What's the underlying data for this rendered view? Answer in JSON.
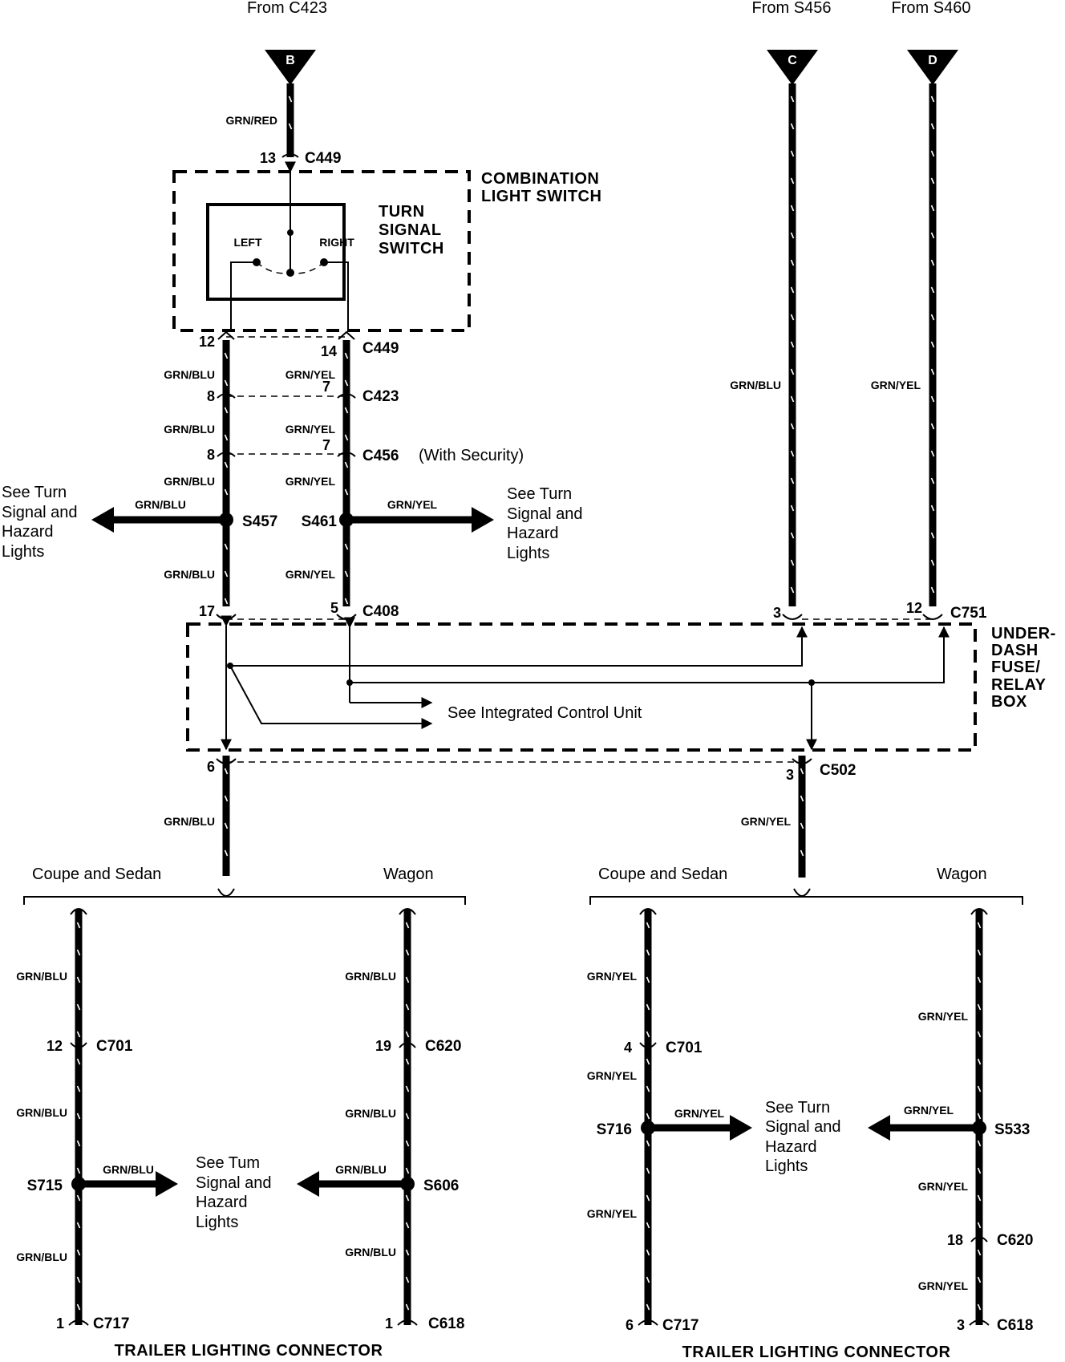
{
  "sources": {
    "b_from": "From C423",
    "b_letter": "B",
    "c_from": "From S456",
    "c_letter": "C",
    "d_from": "From S460",
    "d_letter": "D"
  },
  "wires": {
    "grn_red": "GRN/RED",
    "grn_blu": "GRN/BLU",
    "grn_yel": "GRN/YEL"
  },
  "combination_switch": {
    "title_line1": "COMBINATION",
    "title_line2": "LIGHT SWITCH",
    "turn_line1": "TURN",
    "turn_line2": "SIGNAL",
    "turn_line3": "SWITCH",
    "left": "LEFT",
    "right": "RIGHT"
  },
  "connectors": {
    "c449": "C449",
    "c423": "C423",
    "c456": "C456",
    "c456_note": "(With Security)",
    "c408": "C408",
    "c751": "C751",
    "c502": "C502",
    "c701": "C701",
    "c620": "C620",
    "c717": "C717",
    "c618": "C618"
  },
  "pins": {
    "p13": "13",
    "p12": "12",
    "p14": "14",
    "p8": "8",
    "p7": "7",
    "p17": "17",
    "p5": "5",
    "p3": "3",
    "p6": "6",
    "p19": "19",
    "p4": "4",
    "p18": "18",
    "p1": "1"
  },
  "splices": {
    "s457": "S457",
    "s461": "S461",
    "s715": "S715",
    "s606": "S606",
    "s716": "S716",
    "s533": "S533"
  },
  "refs": {
    "line1": "See Turn",
    "line1_alt": "See Tum",
    "line2": "Signal and",
    "line3": "Hazard",
    "line4": "Lights"
  },
  "fuse_box": {
    "line1": "UNDER-",
    "line2": "DASH",
    "line3": "FUSE/",
    "line4": "RELAY",
    "line5": "BOX",
    "icu_ref": "See Integrated Control Unit"
  },
  "variants": {
    "coupe": "Coupe and Sedan",
    "wagon": "Wagon"
  },
  "footer": {
    "trailer": "TRAILER LIGHTING CONNECTOR"
  }
}
